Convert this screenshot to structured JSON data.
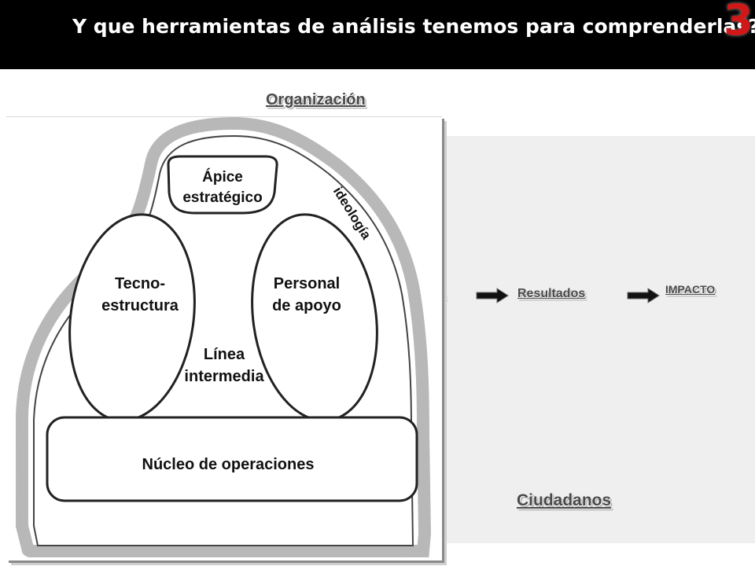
{
  "slide": {
    "title": "Y que herramientas de análisis tenemos para comprenderlas?",
    "number": "3",
    "number_color": "#d01818"
  },
  "labels": {
    "organization": "Organización",
    "citizens": "Ciudadanos",
    "results": "Resultados",
    "impact": "IMPACTO",
    "clipped_fragment": "s"
  },
  "arrows": [
    "arrow-right-icon",
    "arrow-right-icon"
  ],
  "diagram": {
    "ideology": "ideología",
    "apex": [
      "Ápice",
      "estratégico"
    ],
    "technostructure": [
      "Tecno-",
      "estructura"
    ],
    "support_staff": [
      "Personal",
      "de apoyo"
    ],
    "middle_line": [
      "Línea",
      "intermedia"
    ],
    "operating_core": "Núcleo de operaciones"
  }
}
